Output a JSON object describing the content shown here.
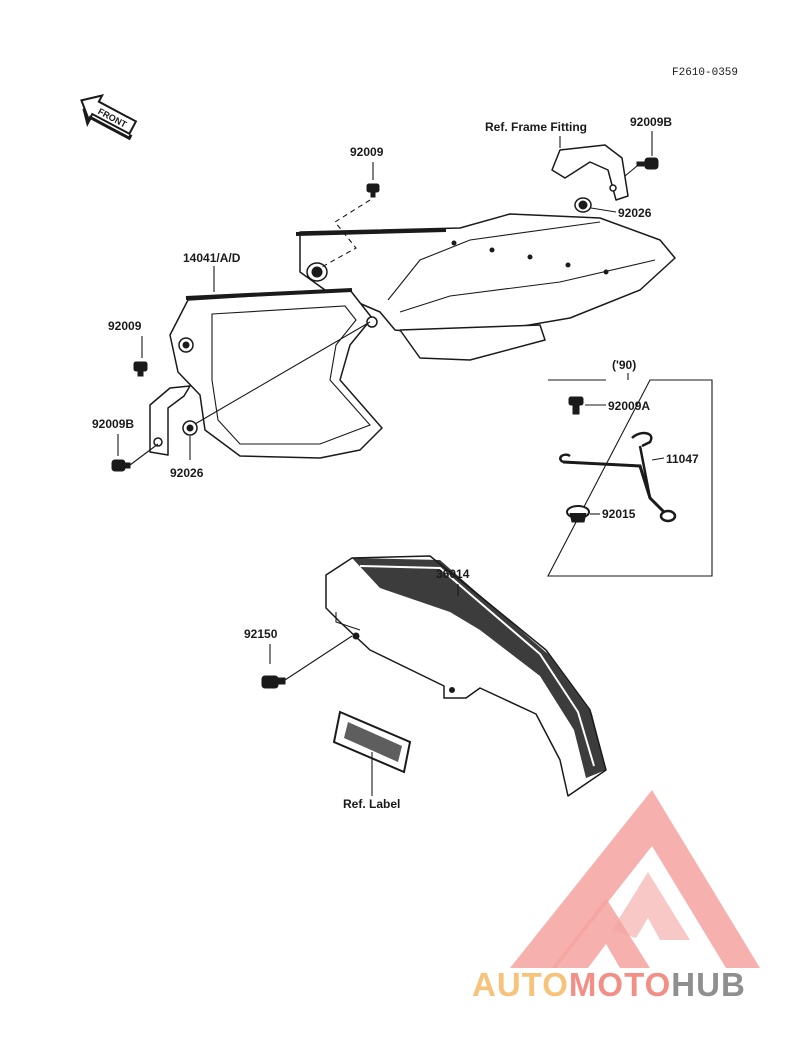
{
  "figure_code": "F2610-0359",
  "front_label": "FRONT",
  "labels": {
    "side_cover": "14041/A/D",
    "bolt_top": "92009",
    "bolt_left": "92009",
    "bolt_b_right": "92009B",
    "bolt_b_left": "92009B",
    "damper_right": "92026",
    "damper_left": "92026",
    "frame_fitting": "Ref. Frame Fitting",
    "year_group": "('90)",
    "bolt_a": "92009A",
    "spring": "11047",
    "grommet": "92015",
    "chain_cover": "36014",
    "chain_bolt": "92150",
    "label_ref": "Ref. Label"
  },
  "watermark": {
    "part1": "AUTO",
    "part2": "MOTO",
    "part3": "HUB",
    "colors": {
      "triangle": "#f4a3a0",
      "auto": "#f7c27a",
      "moto": "#f28f86",
      "hub": "#8f8f8f"
    }
  }
}
